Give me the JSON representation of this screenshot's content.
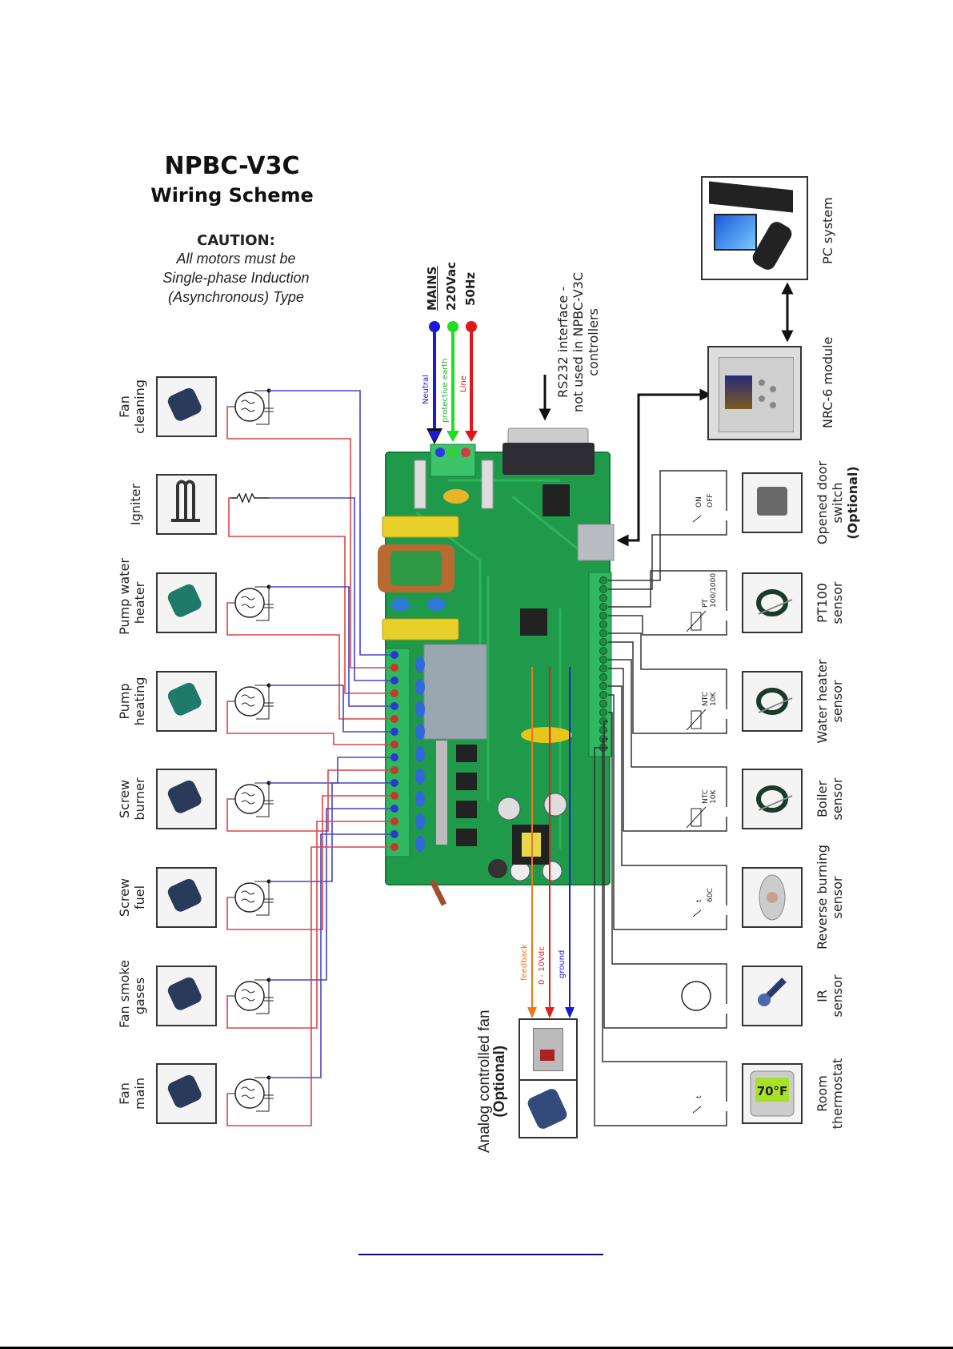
{
  "header": {
    "title": "NPBC-V3C",
    "subtitle": "Wiring Scheme",
    "caution_title": "CAUTION:",
    "caution_lines": [
      "All motors must be",
      "Single-phase Induction",
      "(Asynchronous) Type"
    ]
  },
  "mains": {
    "labels": [
      "MAINS",
      "220Vac",
      "50Hz"
    ],
    "wires": [
      {
        "name": "Neutral",
        "color": "#1a1adf"
      },
      {
        "name": "protective earth",
        "color": "#22dd22"
      },
      {
        "name": "Line",
        "color": "#e01818"
      }
    ]
  },
  "rs232": {
    "lines": [
      "RS232 interface -",
      "not used in NPBC-V3C",
      "controllers"
    ]
  },
  "outputs": [
    {
      "lines": [
        "Fan",
        "cleaning"
      ],
      "symbol": "motor",
      "icon": "fan-icon"
    },
    {
      "lines": [
        "Igniter"
      ],
      "symbol": "resistor",
      "icon": "igniter-icon"
    },
    {
      "lines": [
        "Pump water",
        "heater"
      ],
      "symbol": "motor",
      "icon": "pump-icon"
    },
    {
      "lines": [
        "Pump",
        "heating"
      ],
      "symbol": "motor",
      "icon": "pump-icon"
    },
    {
      "lines": [
        "Screw",
        "burner"
      ],
      "symbol": "motor",
      "icon": "screw-motor-icon"
    },
    {
      "lines": [
        "Screw",
        "fuel"
      ],
      "symbol": "motor",
      "icon": "screw-motor-icon"
    },
    {
      "lines": [
        "Fan smoke",
        "gases"
      ],
      "symbol": "motor",
      "icon": "fan-icon"
    },
    {
      "lines": [
        "Fan",
        "main"
      ],
      "symbol": "motor",
      "icon": "fan-icon"
    }
  ],
  "inputs": [
    {
      "lines": [
        "Opened door",
        "switch"
      ],
      "extra": "(Optional)",
      "symbol_labels": [
        "ON",
        "OFF"
      ],
      "icon": "door-switch-icon"
    },
    {
      "lines": [
        "PT100",
        "sensor"
      ],
      "symbol_labels": [
        "PT",
        "100/1000"
      ],
      "icon": "temperature-probe-icon"
    },
    {
      "lines": [
        "Water heater",
        "sensor"
      ],
      "symbol_labels": [
        "NTC",
        "10K"
      ],
      "icon": "temperature-probe-icon"
    },
    {
      "lines": [
        "Boiler",
        "sensor"
      ],
      "symbol_labels": [
        "NTC",
        "10K"
      ],
      "icon": "temperature-probe-icon"
    },
    {
      "lines": [
        "Reverse burning",
        "sensor"
      ],
      "symbol_labels": [
        "t",
        "60C"
      ],
      "icon": "thermostat-disc-icon"
    },
    {
      "lines": [
        "IR",
        "sensor"
      ],
      "symbol_labels": [],
      "icon": "ir-sensor-icon"
    },
    {
      "lines": [
        "Room",
        "thermostat"
      ],
      "symbol_labels": [
        "t"
      ],
      "icon": "room-thermostat-icon",
      "display": "70°F"
    }
  ],
  "modules": {
    "pc": "PC system",
    "nrc": "NRC-6 module"
  },
  "analog_fan": {
    "title": "Analog controlled fan",
    "optional": "(Optional)",
    "wires": [
      {
        "name": "feedback",
        "color": "#f07818"
      },
      {
        "name": "0 - 10Vdc",
        "color": "#e02020"
      },
      {
        "name": "ground",
        "color": "#1a1adf"
      }
    ]
  },
  "colors": {
    "neutral_wire": "#4444cc",
    "line_wire": "#dd4444",
    "pcb_green": "#1f9a4a",
    "terminal_green": "#2fb860",
    "signal_wire": "#333333"
  }
}
